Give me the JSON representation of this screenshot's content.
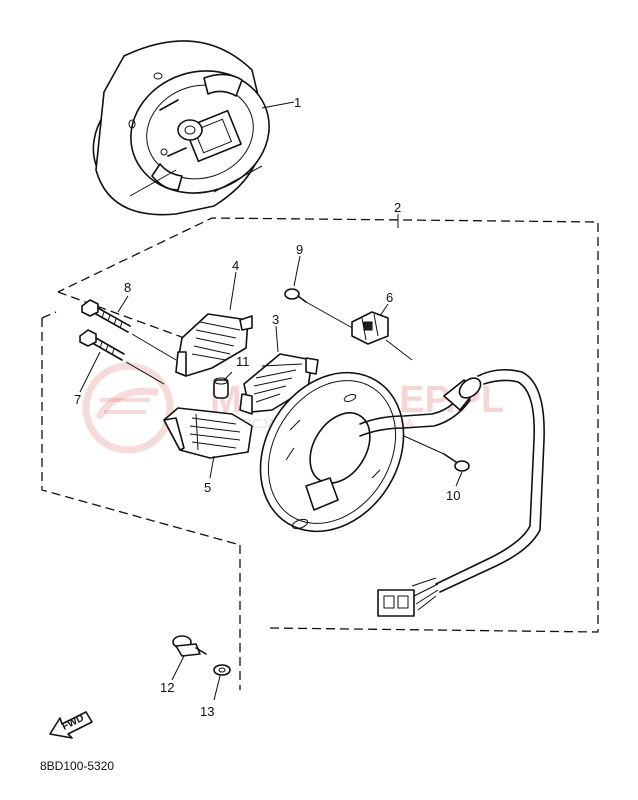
{
  "diagram": {
    "drawing_code": "8BD100-5320",
    "direction_label": "FWD",
    "callouts": [
      "1",
      "2",
      "3",
      "4",
      "5",
      "6",
      "7",
      "8",
      "9",
      "10",
      "11",
      "12",
      "13"
    ],
    "watermark": {
      "brand": "MOTOSKLEP.PL",
      "subtitle": "OFICJALNY DEALER YAMAHA",
      "color": "#e06a6a"
    }
  }
}
